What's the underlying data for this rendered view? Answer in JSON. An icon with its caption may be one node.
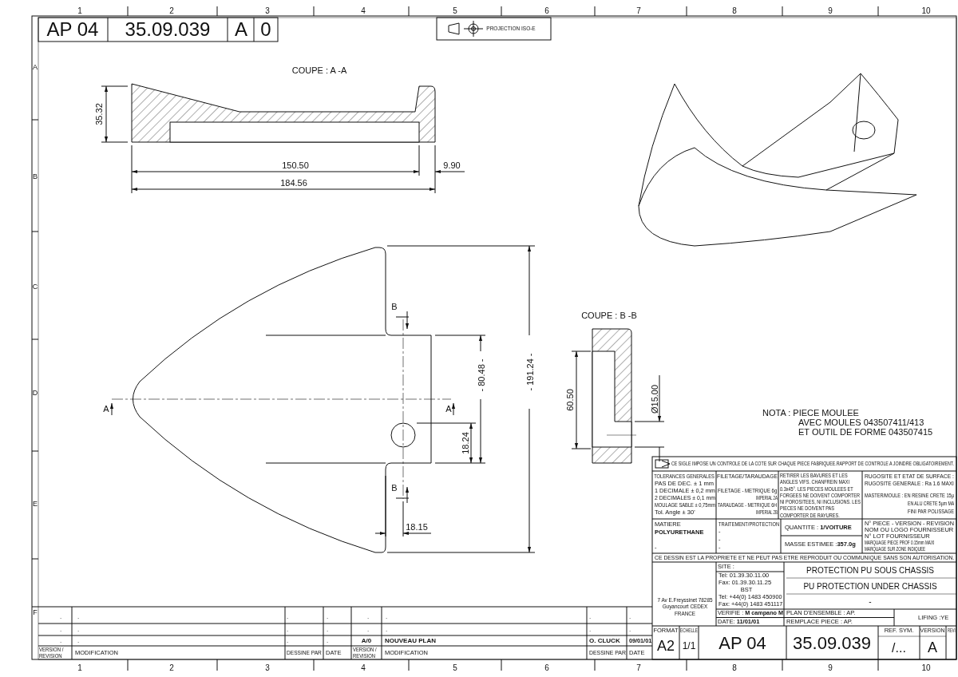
{
  "diagram": {
    "labels": [
      "AP 04",
      "35.09.039",
      "A",
      "0",
      "PROJECTION ISO-E",
      "1",
      "2",
      "3",
      "4",
      "5",
      "6",
      "7",
      "8",
      "9",
      "10",
      "A",
      "B",
      "C",
      "D",
      "E",
      "F",
      "COUPE : A -A",
      "35.32",
      "150.50",
      "9.90",
      "184.56",
      "B",
      "A",
      "A",
      "- 80.48 -",
      "- 191.24 -",
      "18.24",
      "B",
      "18.15",
      "COUPE : B -B",
      "60.50",
      "Ø15.00",
      "NOTA : PIECE MOULEE",
      "AVEC MOULES 043507411/413",
      "ET OUTIL DE FORME 043507415",
      "CE SIGLE IMPOSE UN CONTROLE DE LA COTE SUR CHAQUE PIECE FABRIQUEE.RAPPORT DE CONTROLE A JOINDRE OBLIGATOIREMENT.",
      "TOLERANCES GENERALES",
      "PAS DE DEC. ± 1 mm",
      "1 DECIMALE ± 0,2 mm",
      "2 DECIMALES ± 0,1 mm",
      "MOULAGE SABLE ± 0,75mm",
      "Tol. Angle ± 30'",
      "FILETAGE/TARAUDAGE",
      "FILETAGE - METRIQUE 6g",
      "IMPERIAL 2A",
      "TARAUDAGE - METRIQUE 6H",
      "IMPERIAL 2B",
      "RETIRER LES BAVURES ET LES ANGLES VIFS. CHANFREIN MAXI 0.3x45°. LES PIECES MOULEES ET FORGEES NE DOIVENT COMPORTER NI POROSITEES, NI INCLUSIONS. LES PIECES NE DOIVENT PAS COMPORTER DE RAYURES.",
      "RUGOSITE ET ETAT DE SURFACE :",
      "RUGOSITE GENERALE : Ra 1.6 MAXI",
      "MASTER/MOULE : EN RESINE CRETE 15µ",
      "EN ALU CRETE 5µm MA",
      "FINI PAR POLISSAGE",
      "MATIERE",
      "POLYURETHANE",
      "-",
      "TRAITEMENT/PROTECTION",
      "-",
      "-",
      "-",
      "QUANTITE : **1/VOITURE**",
      "MASSE ESTIMEE :**357.0g**",
      "N° PIECE - VERSION - REVISION",
      "NOM OU LOGO FOURNISSEUR",
      "N° LOT FOURNISSEUR",
      "MARQUAGE PIECE PROF 0.15mm MAXI MARQUAGE SUR ZONE INDIQUEE",
      "CE DESSIN EST LA PROPRIETE ET NE PEUT PAS ETRE REPRODUIT OU COMMUNIQUE SANS SON AUTORISATION.",
      "7 Av E.Freyssinet 78285 Guyancourt CEDEX FRANCE",
      "SITE :",
      "Tel: 01.39.30.11.00",
      "Fax: 01.39.30.11.25",
      "BST",
      "Tel: +44(0) 1483 450900",
      "Fax: +44(0) 1483 451117",
      "VERIFIE : **M campano M**",
      "DATE: **11/01/01**",
      "PROTECTION PU SOUS CHASSIS",
      "PU PROTECTION UNDER CHASSIS",
      "-",
      "PLAN D'ENSEMBLE : AP.",
      "REMPLACE PIECE : AP.",
      "LIFING :YE",
      "FORMAT",
      "A2",
      "ECHELLE",
      "1/1",
      "AP 04",
      "35.09.039",
      "REF. SYM.",
      "/...",
      "VERSION",
      "A",
      "REVI",
      ".",
      ".",
      ".",
      ".",
      ".",
      ".",
      ".",
      ".",
      ".",
      ".",
      ".",
      ".",
      ".",
      ".",
      ".",
      ".",
      ".",
      ".",
      ".",
      ".",
      "A/0",
      "NOUVEAU PLAN",
      "O. CLUCK",
      "09/01/01",
      "VERSION / REVISION",
      "MODIFICATION",
      "DESSINE PAR",
      "DATE",
      "VERSION / REVISION",
      "MODIFICATION",
      "DESSINE PAR",
      "DATE",
      "1",
      "2",
      "3",
      "4",
      "5",
      "6",
      "7",
      "8",
      "9",
      "10"
    ]
  }
}
